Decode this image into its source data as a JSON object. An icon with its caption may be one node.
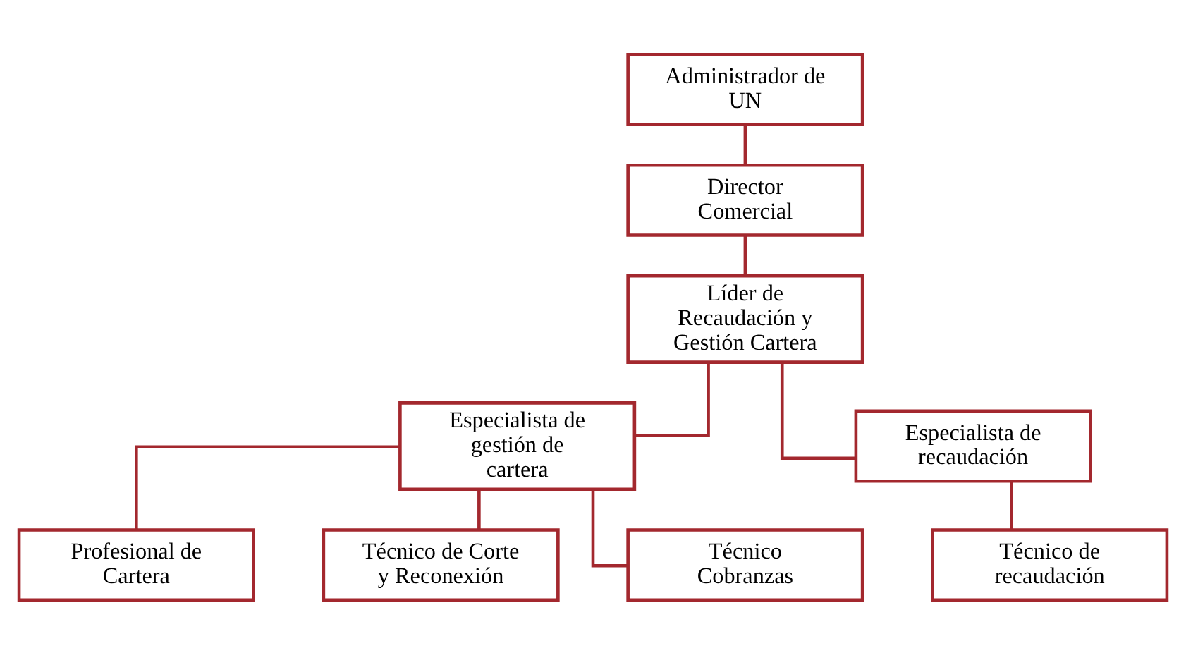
{
  "diagram": {
    "nodes": [
      {
        "text": [
          "Administrador de UN"
        ]
      },
      {
        "text": [
          "Director Comercial"
        ]
      },
      {
        "text": [
          "Líder de Recaudación y Gestión Cartera"
        ]
      },
      {
        "text": [
          "Especialista de gestión de cartera"
        ]
      },
      {
        "text": [
          "Especialista de recaudación"
        ]
      },
      {
        "text": [
          "Profesional de Cartera"
        ]
      },
      {
        "text": [
          "Técnico de Corte y Reconexión"
        ]
      },
      {
        "text": [
          "Técnico Cobranzas"
        ]
      },
      {
        "text": [
          "Técnico de recaudación"
        ]
      }
    ],
    "edges": [
      {
        "from": 0,
        "to": 1,
        "arrow": "none"
      },
      {
        "from": 1,
        "to": 2,
        "arrow": "none"
      },
      {
        "from": 2,
        "to": 3,
        "arrow": "none"
      },
      {
        "from": 2,
        "to": 4,
        "arrow": "none"
      },
      {
        "from": 3,
        "to": 5,
        "arrow": "none"
      },
      {
        "from": 3,
        "to": 6,
        "arrow": "none"
      },
      {
        "from": 3,
        "to": 7,
        "arrow": "none"
      },
      {
        "from": 4,
        "to": 8,
        "arrow": "none"
      }
    ]
  }
}
